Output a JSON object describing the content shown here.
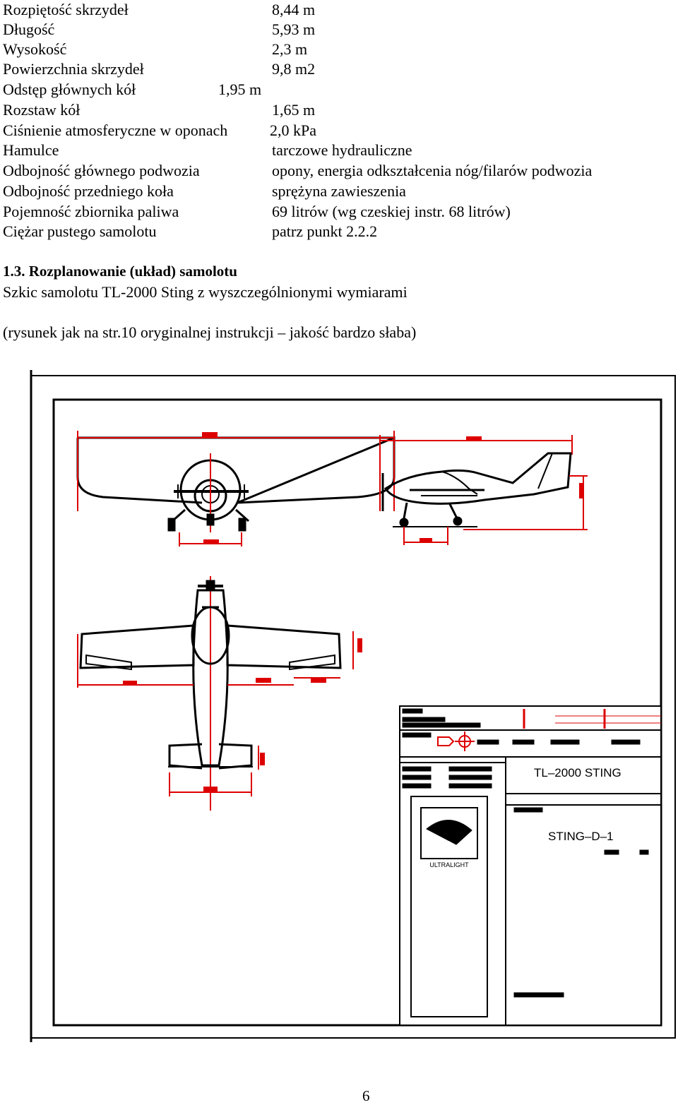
{
  "specs": [
    {
      "label": "Rozpiętość skrzydeł",
      "value": "8,44 m"
    },
    {
      "label": "Długość",
      "value": "5,93 m"
    },
    {
      "label": "Wysokość",
      "value": "2,3 m"
    },
    {
      "label": "Powierzchnia skrzydeł",
      "value": "9,8 m2"
    },
    {
      "label": "Odstęp głównych kół",
      "value": "1,95 m"
    },
    {
      "label": "Rozstaw kół",
      "value": "1,65 m"
    },
    {
      "label": "Ciśnienie atmosferyczne w oponach",
      "value": "2,0 kPa"
    },
    {
      "label": "Hamulce",
      "value": "tarczowe hydrauliczne"
    },
    {
      "label": "Odbojność głównego podwozia",
      "value": "opony, energia odkształcenia nóg/filarów podwozia"
    },
    {
      "label": "Odbojność przedniego koła",
      "value": "sprężyna zawieszenia"
    },
    {
      "label": "Pojemność zbiornika paliwa",
      "value": "69 litrów (wg czeskiej instr. 68 litrów)"
    },
    {
      "label": "Ciężar pustego samolotu",
      "value": "patrz punkt 2.2.2"
    }
  ],
  "section": {
    "heading": "1.3. Rozplanowanie (układ) samolotu",
    "subtitle": "Szkic samolotu TL-2000 Sting z wyszczególnionymi wymiarami",
    "note": "(rysunek jak na str.10 oryginalnej instrukcji – jakość bardzo słaba)"
  },
  "drawing": {
    "title_block": {
      "model": "TL–2000  STING",
      "drawing_no": "STING–D–1",
      "logo_text": "ULTRALIGHT"
    }
  },
  "page_number": "6"
}
